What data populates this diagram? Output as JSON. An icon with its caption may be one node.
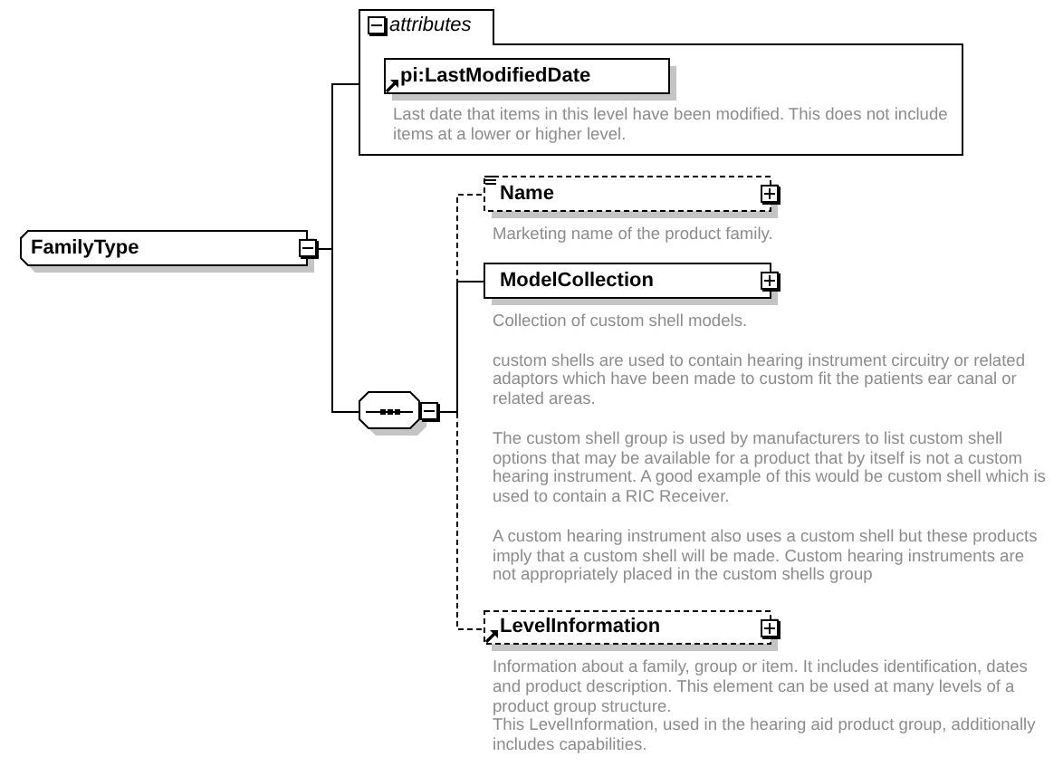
{
  "diagram": {
    "nodes": [
      {
        "text": [
          "FamilyType"
        ]
      },
      {
        "text": [
          "attributes"
        ]
      },
      {
        "text": [
          "pi:LastModifiedDate"
        ],
        "in": 1,
        "beside": [
          "Last date that items in this level have been modified. This does not include items at a lower or higher level."
        ]
      },
      {
        "text": [],
        "shape": "octagon"
      },
      {
        "text": [
          "Name"
        ],
        "beside": [
          "Marketing name of the product family."
        ]
      },
      {
        "text": [
          "ModelCollection"
        ],
        "beside": [
          "Collection of custom shell models.",
          "custom shells are used to contain hearing instrument circuitry or related adaptors which have been made to custom fit the patients ear canal or related areas.",
          "The custom shell group is used by manufacturers to list custom shell options that may be available for a product that by itself is not a custom hearing instrument. A good example of this would be custom shell which is used to contain a RIC Receiver.",
          "A custom hearing instrument also uses a custom shell but these products imply that a custom shell will be made. Custom hearing instruments are not appropriately placed in the custom shells group"
        ]
      },
      {
        "text": [
          "LevelInformation"
        ],
        "beside": [
          "Information about a family, group or item. It includes identification, dates and product description. This element can be used at many levels of a product group structure.",
          "This LevelInformation, used in the hearing aid product group, additionally includes capabilities."
        ]
      }
    ],
    "edges": [
      {
        "from": 0,
        "to": 1,
        "arrow": "none"
      },
      {
        "from": 0,
        "to": 3,
        "arrow": "none"
      },
      {
        "from": 3,
        "to": 4,
        "arrow": "none",
        "style": "dashed"
      },
      {
        "from": 3,
        "to": 5,
        "arrow": "none"
      },
      {
        "from": 3,
        "to": 6,
        "arrow": "none",
        "style": "dashed"
      }
    ]
  }
}
